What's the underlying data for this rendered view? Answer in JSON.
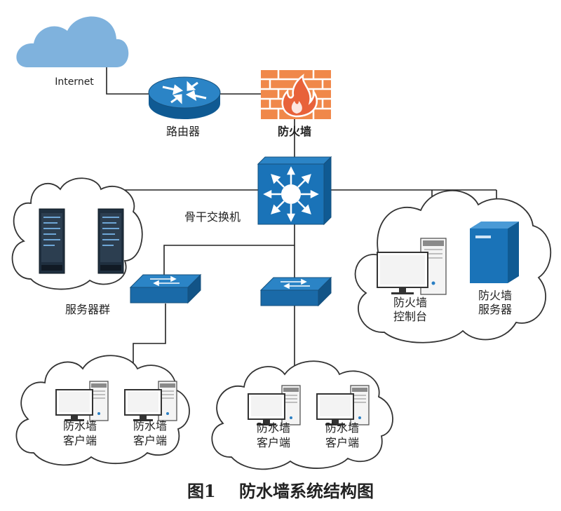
{
  "labels": {
    "internet": "Internet",
    "router": "路由器",
    "firewall": "防火墙",
    "backbone_switch": "骨干交换机",
    "server_cluster": "服务器群",
    "firewall_console": [
      "防火墙",
      "控制台"
    ],
    "firewall_server": [
      "防火墙",
      "服务器"
    ],
    "client_1": [
      "防水墙",
      "客户端"
    ],
    "client_2": [
      "防水墙",
      "客户端"
    ],
    "client_3": [
      "防水墙",
      "客户端"
    ],
    "client_4": [
      "防水墙",
      "客户端"
    ]
  },
  "caption": "图1    防水墙系统结构图",
  "colors": {
    "cloud_sky": "#7fb2dd",
    "device_blue": "#1a73b8",
    "device_dark_blue": "#0f5a93",
    "firewall_brick": "#f0884a",
    "server_dark": "#1f2f3f",
    "line": "#222222",
    "cloud_outline": "#333333"
  },
  "icons": [
    "cloud-icon",
    "router-icon",
    "firewall-icon",
    "core-switch-icon",
    "rack-server-icon",
    "workgroup-switch-icon",
    "desktop-pc-icon",
    "tower-server-icon"
  ]
}
